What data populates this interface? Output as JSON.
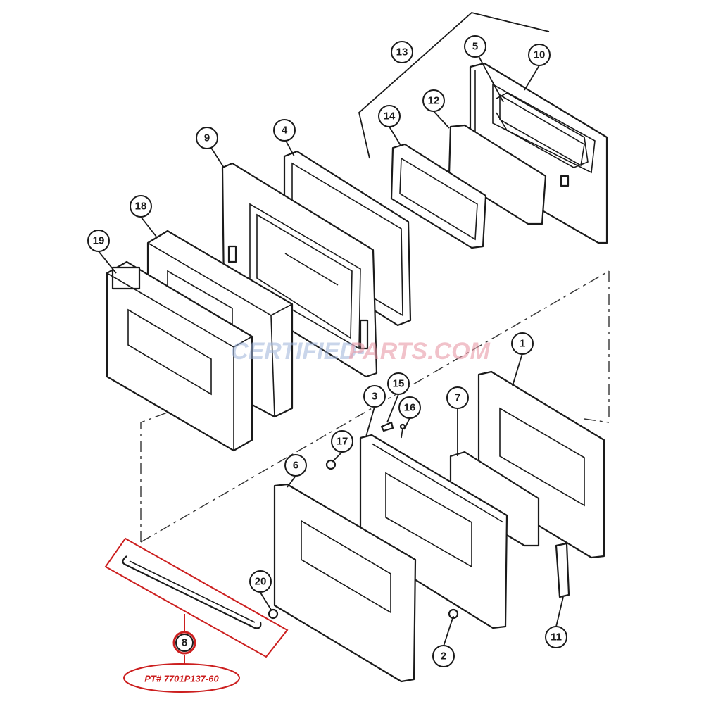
{
  "callouts": [
    {
      "id": "c1",
      "label": "1"
    },
    {
      "id": "c2",
      "label": "2"
    },
    {
      "id": "c3",
      "label": "3"
    },
    {
      "id": "c4",
      "label": "4"
    },
    {
      "id": "c5",
      "label": "5"
    },
    {
      "id": "c6",
      "label": "6"
    },
    {
      "id": "c7",
      "label": "7"
    },
    {
      "id": "c8",
      "label": "8"
    },
    {
      "id": "c9",
      "label": "9"
    },
    {
      "id": "c10",
      "label": "10"
    },
    {
      "id": "c11",
      "label": "11"
    },
    {
      "id": "c12",
      "label": "12"
    },
    {
      "id": "c13",
      "label": "13"
    },
    {
      "id": "c14",
      "label": "14"
    },
    {
      "id": "c15",
      "label": "15"
    },
    {
      "id": "c16",
      "label": "16"
    },
    {
      "id": "c17",
      "label": "17"
    },
    {
      "id": "c18",
      "label": "18"
    },
    {
      "id": "c19",
      "label": "19"
    },
    {
      "id": "c20",
      "label": "20"
    }
  ],
  "highlight": {
    "part_number_label": "PT# 7701P137-60",
    "color": "#cc1f1f"
  },
  "watermark": {
    "part_a": "CERTIFIED-",
    "part_b": "PARTS.COM"
  }
}
